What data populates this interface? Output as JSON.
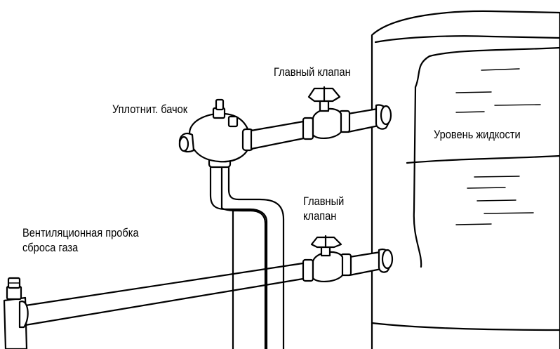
{
  "labels": {
    "main_valve_top": "Главный  клапан",
    "seal_tank": "Уплотнит. бачок",
    "liquid_level": "Уровень жидкости",
    "main_valve_bottom": [
      "Главный",
      "клапан"
    ],
    "vent_plug": [
      "Вентиляционная пробка",
      "сброса газа"
    ]
  },
  "colors": {
    "line": "#000000",
    "fill": "#ffffff"
  }
}
